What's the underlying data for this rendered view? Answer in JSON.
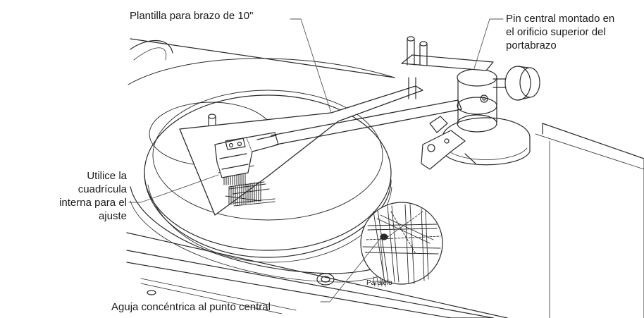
{
  "labels": {
    "template": "Plantilla para brazo de 10\"",
    "pin": [
      "Pin central montado en",
      "el orificio superior del",
      "portabrazo"
    ],
    "grid": [
      "Utilice la",
      "cuadrícula",
      "interna para el",
      "ajuste"
    ],
    "parallel": "Paralelo",
    "needle": "Aguja concéntrica al punto central"
  },
  "icons": [
    "turntable-drawing",
    "tonearm-drawing",
    "alignment-template",
    "cartridge",
    "magnifier-inset"
  ],
  "colors": {
    "line": "#2a2a2a",
    "text": "#1a1a1a",
    "leader": "#555555"
  }
}
